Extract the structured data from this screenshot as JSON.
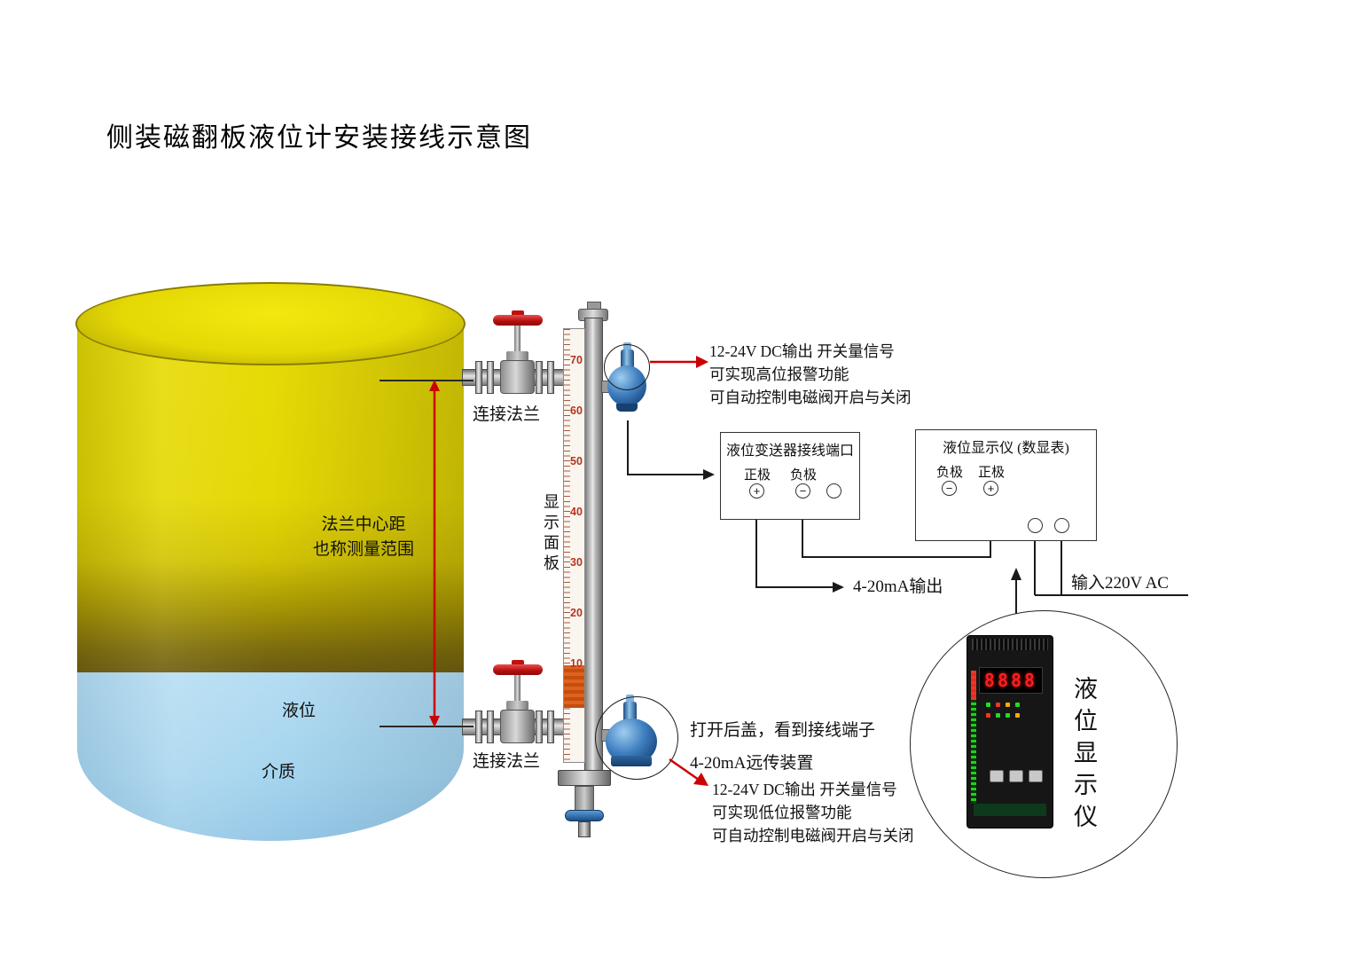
{
  "title": "侧装磁翻板液位计安装接线示意图",
  "tank": {
    "range_label_line1": "法兰中心距",
    "range_label_line2": "也称测量范围",
    "liquid_label": "液位",
    "medium_label": "介质"
  },
  "gauge": {
    "panel_label": "显示面板",
    "scale": [
      "70",
      "60",
      "50",
      "40",
      "30",
      "20",
      "10"
    ],
    "top_flange_label": "连接法兰",
    "bottom_flange_label": "连接法兰"
  },
  "annotations": {
    "high_alarm_line1": "12-24V DC输出 开关量信号",
    "high_alarm_line2": "可实现高位报警功能",
    "high_alarm_line3": "可自动控制电磁阀开启与关闭",
    "low_alarm_line1": "12-24V DC输出 开关量信号",
    "low_alarm_line2": "可实现低位报警功能",
    "low_alarm_line3": "可自动控制电磁阀开启与关闭",
    "open_cover": "打开后盖，看到接线端子",
    "remote_device": "4-20mA远传装置",
    "output_label": "4-20mA输出",
    "input_label": "输入220V AC"
  },
  "transmitter_box": {
    "title": "液位变送器接线端口",
    "positive_label": "正极",
    "negative_label": "负极",
    "positive_symbol": "+",
    "negative_symbol": "−"
  },
  "display_box": {
    "title": "液位显示仪 (数显表)",
    "negative_label": "负极",
    "positive_label": "正极",
    "negative_symbol": "−",
    "positive_symbol": "+"
  },
  "indicator": {
    "label": "液位显示仪",
    "display_value": "8888"
  },
  "colors": {
    "tank_yellow": "#e4d805",
    "liquid_blue": "#a5d4ee",
    "arrow_red": "#cc0000",
    "valve_red": "#b40d0d",
    "device_blue": "#2e6fae",
    "led_red": "#ff1e1e",
    "scale_number_red": "#b5341f"
  }
}
